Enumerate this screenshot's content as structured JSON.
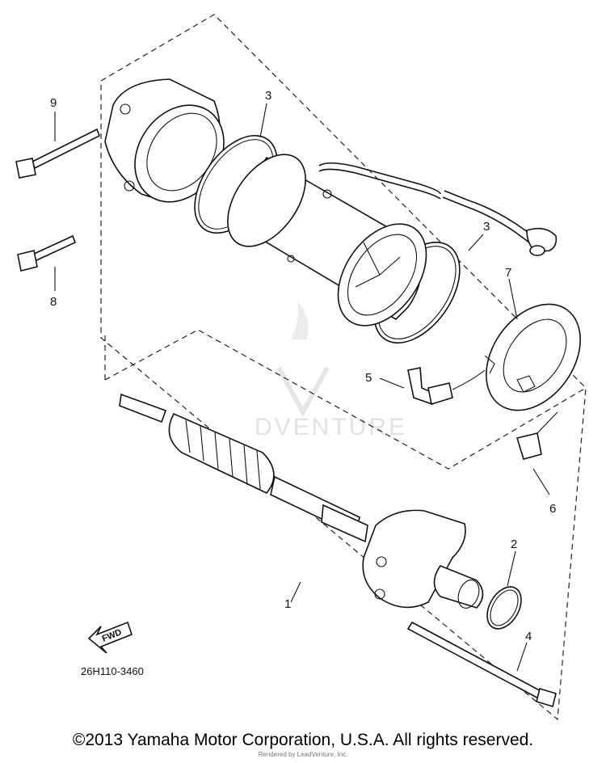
{
  "diagram": {
    "callouts": {
      "n1": "1",
      "n2": "2",
      "n3a": "3",
      "n3b": "3",
      "n4": "4",
      "n5": "5",
      "n6": "6",
      "n7": "7",
      "n8": "8",
      "n9": "9"
    },
    "part_code": "26H110-3460",
    "fwd_label": "FWD",
    "watermark": "DVENTURE"
  },
  "footer": {
    "copyright": "©2013 Yamaha Motor Corporation, U.S.A. All rights reserved.",
    "render_note": "Rendered by LeadVenture, Inc."
  }
}
